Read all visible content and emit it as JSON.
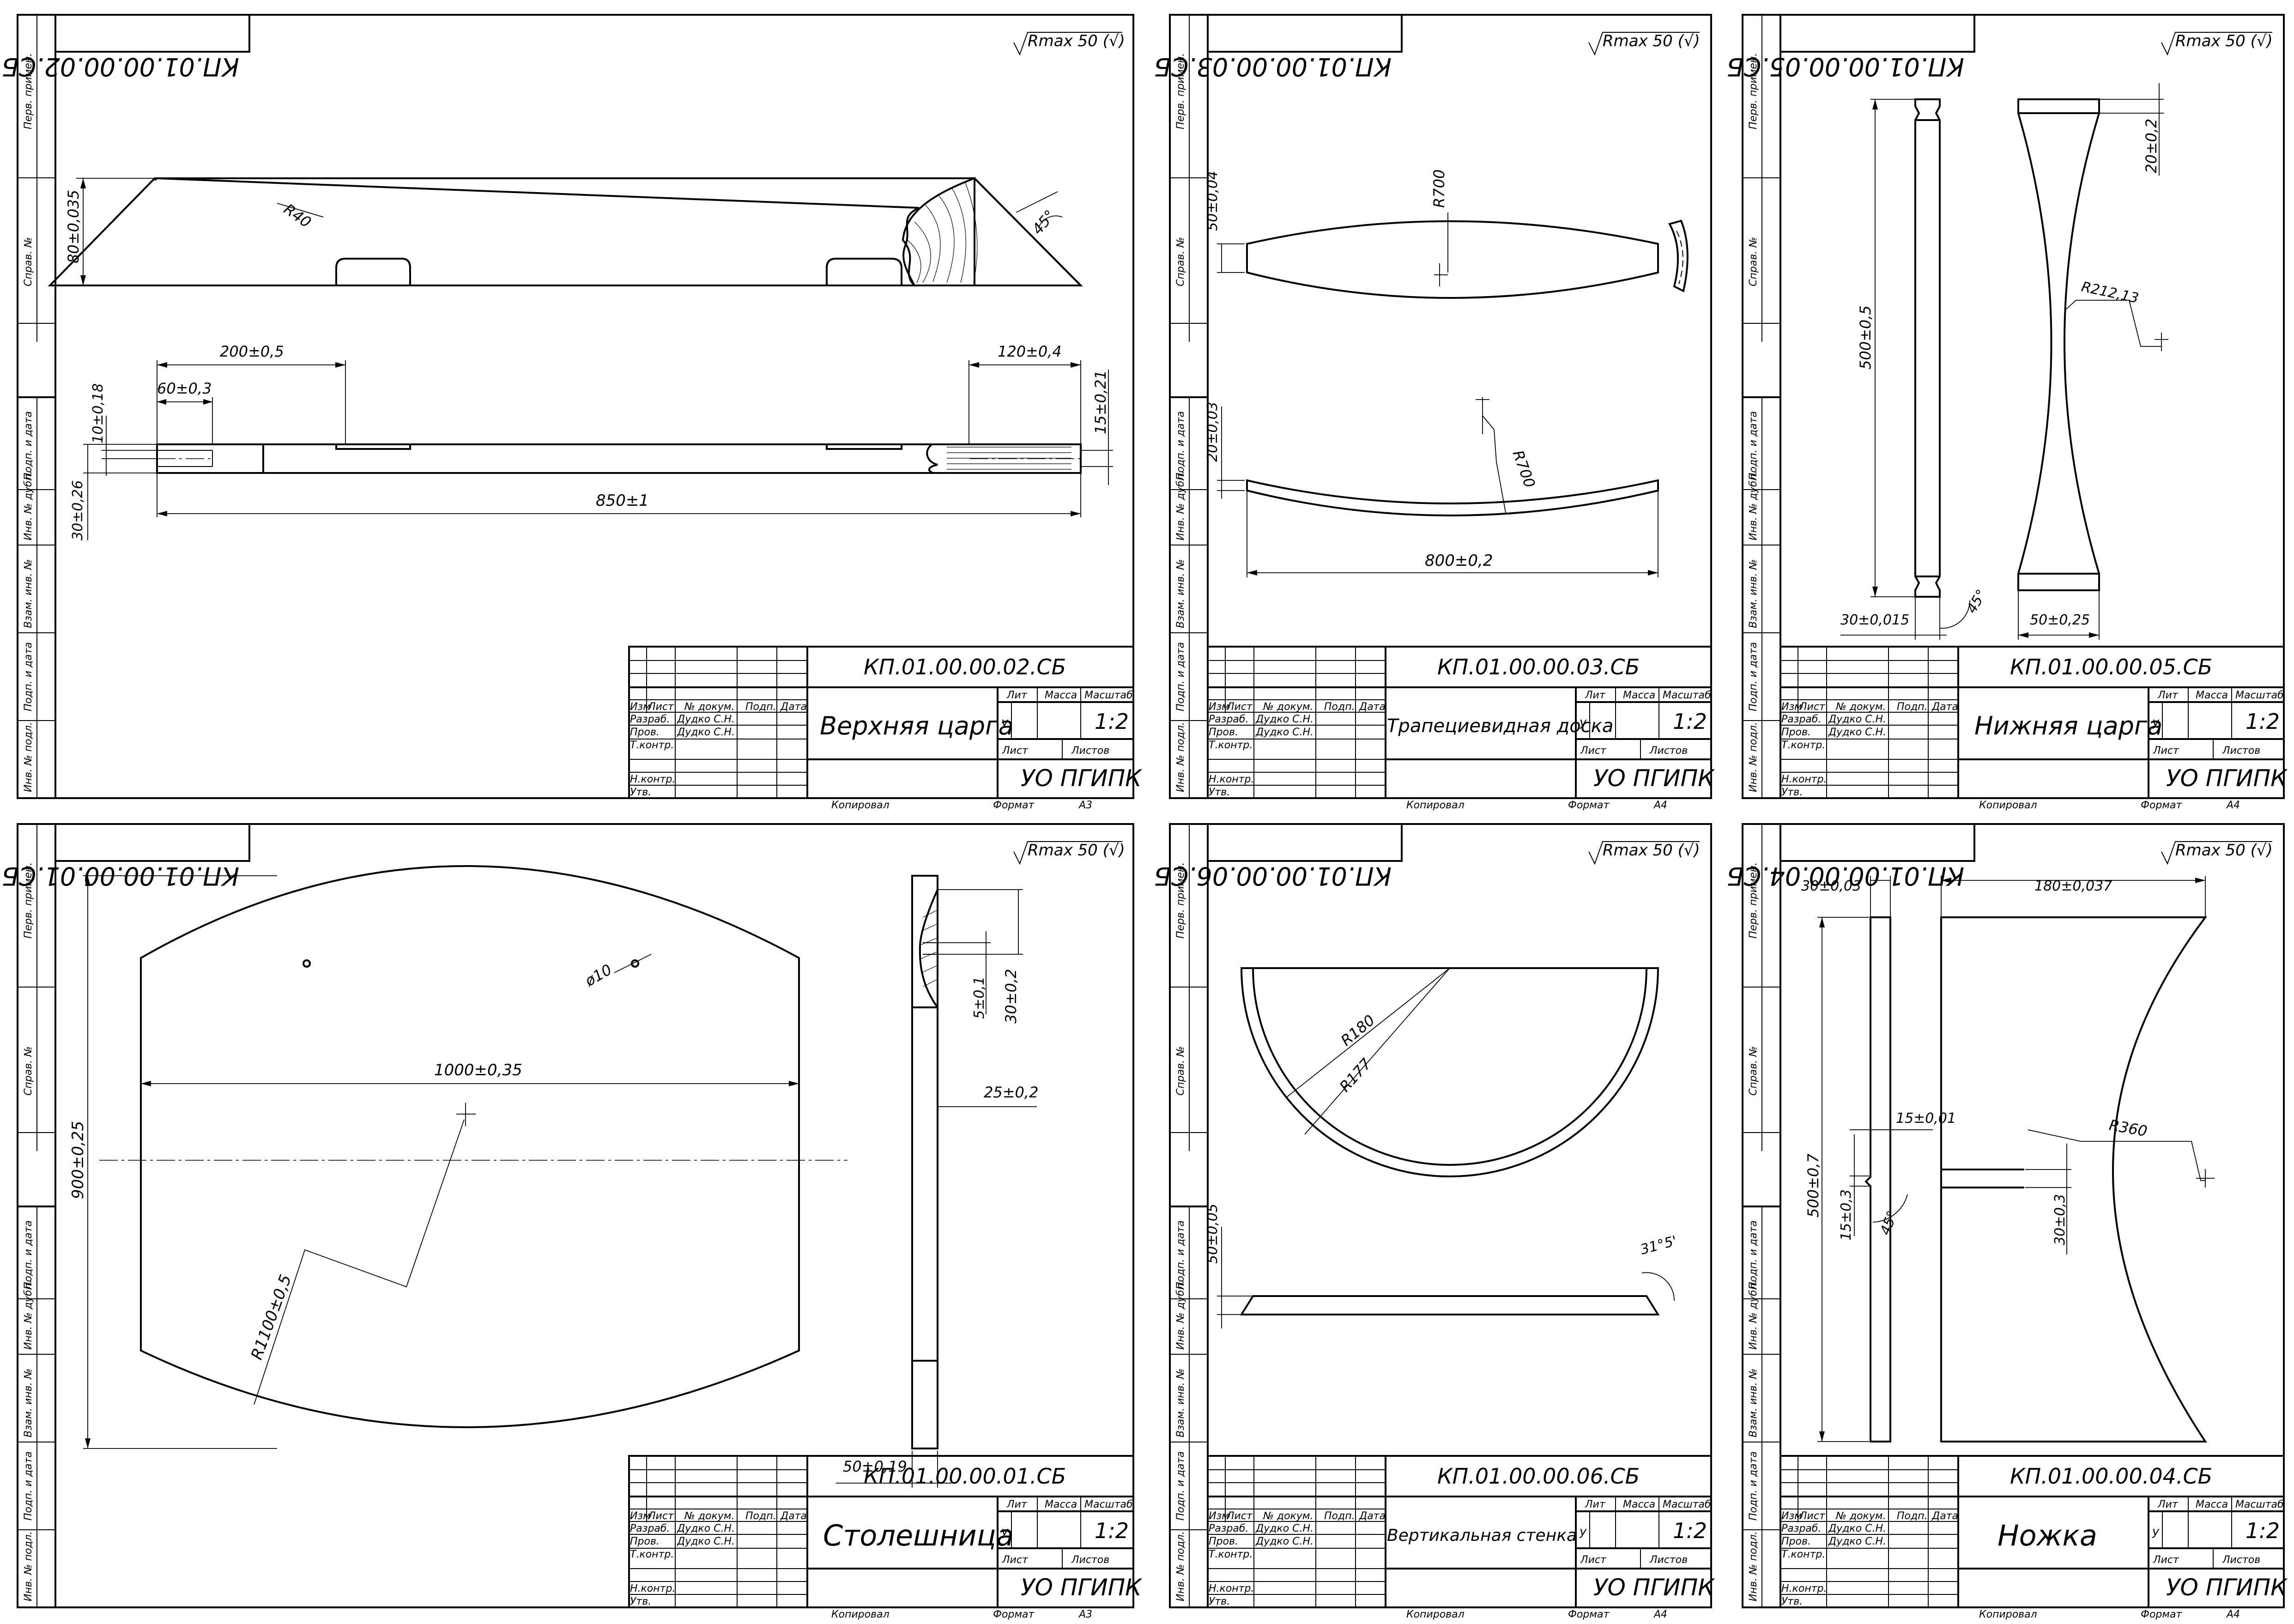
{
  "common": {
    "roughness": "Rmax 50 (√)",
    "side_fields": [
      "Перв. примен.",
      "Справ. №",
      "Подп. и дата",
      "Инв. № дубл.",
      "Взам. инв. №",
      "Подп. и дата",
      "Инв. № подл."
    ],
    "tb_headers": [
      "Изм",
      "Лист",
      "№ докум.",
      "Подп.",
      "Дата"
    ],
    "tb_roles": [
      "Разраб.",
      "Пров.",
      "Т.контр.",
      "Н.контр.",
      "Утв."
    ],
    "tb_names": [
      "Дудко С.Н.",
      "Дудко С.Н."
    ],
    "lit": "Лит",
    "mass": "Масса",
    "scale_label": "Масштаб",
    "lit_value": "у",
    "scale": "1:2",
    "sheet_label": "Лист",
    "sheets_label": "Листов",
    "org": "УО ПГИПК",
    "copied": "Копировал",
    "format_label": "Формат"
  },
  "sheets": [
    {
      "code": "КП.01.00.00.02.СБ",
      "name": "Верхняя царга",
      "format": "А3",
      "dims": {
        "r": "R40",
        "h": "80±0,035",
        "ang": "45°",
        "a": "200±0,5",
        "b": "60±0,3",
        "c": "120±0,4",
        "d": "10±0,18",
        "e": "15±0,21",
        "f": "30±0,26",
        "len": "850±1"
      }
    },
    {
      "code": "КП.01.00.00.03.СБ",
      "name": "Трапециевидная доска",
      "format": "А4",
      "dims": {
        "r1": "R700",
        "h1": "50±0,04",
        "r2": "R700",
        "h2": "20±0,03",
        "len": "800±0,2"
      }
    },
    {
      "code": "КП.01.00.00.05.СБ",
      "name": "Нижняя царга",
      "format": "А4",
      "dims": {
        "a": "20±0,2",
        "r": "R212,13",
        "h": "500±0,5",
        "w1": "30±0,015",
        "ang": "45°",
        "w2": "50±0,25"
      }
    },
    {
      "code": "КП.01.00.00.01.СБ",
      "name": "Столешница",
      "format": "А3",
      "dims": {
        "hole": "ø10",
        "w": "1000±0,35",
        "h": "900±0,25",
        "r": "R1100±0,5",
        "a": "5±0,1",
        "b": "30±0,2",
        "c": "25±0,2",
        "d": "50±0,19"
      }
    },
    {
      "code": "КП.01.00.00.06.СБ",
      "name": "Вертикальная стенка",
      "format": "А4",
      "dims": {
        "r1": "R180",
        "r2": "R177",
        "h": "50±0,05",
        "ang": "31°5'"
      }
    },
    {
      "code": "КП.01.00.00.04.СБ",
      "name": "Ножка",
      "format": "А4",
      "dims": {
        "a": "30±0,03",
        "b": "180±0,037",
        "c": "15±0,01",
        "r": "R360",
        "h": "500±0,7",
        "d": "15±0,3",
        "ang": "45°",
        "e": "30±0,3"
      }
    }
  ]
}
